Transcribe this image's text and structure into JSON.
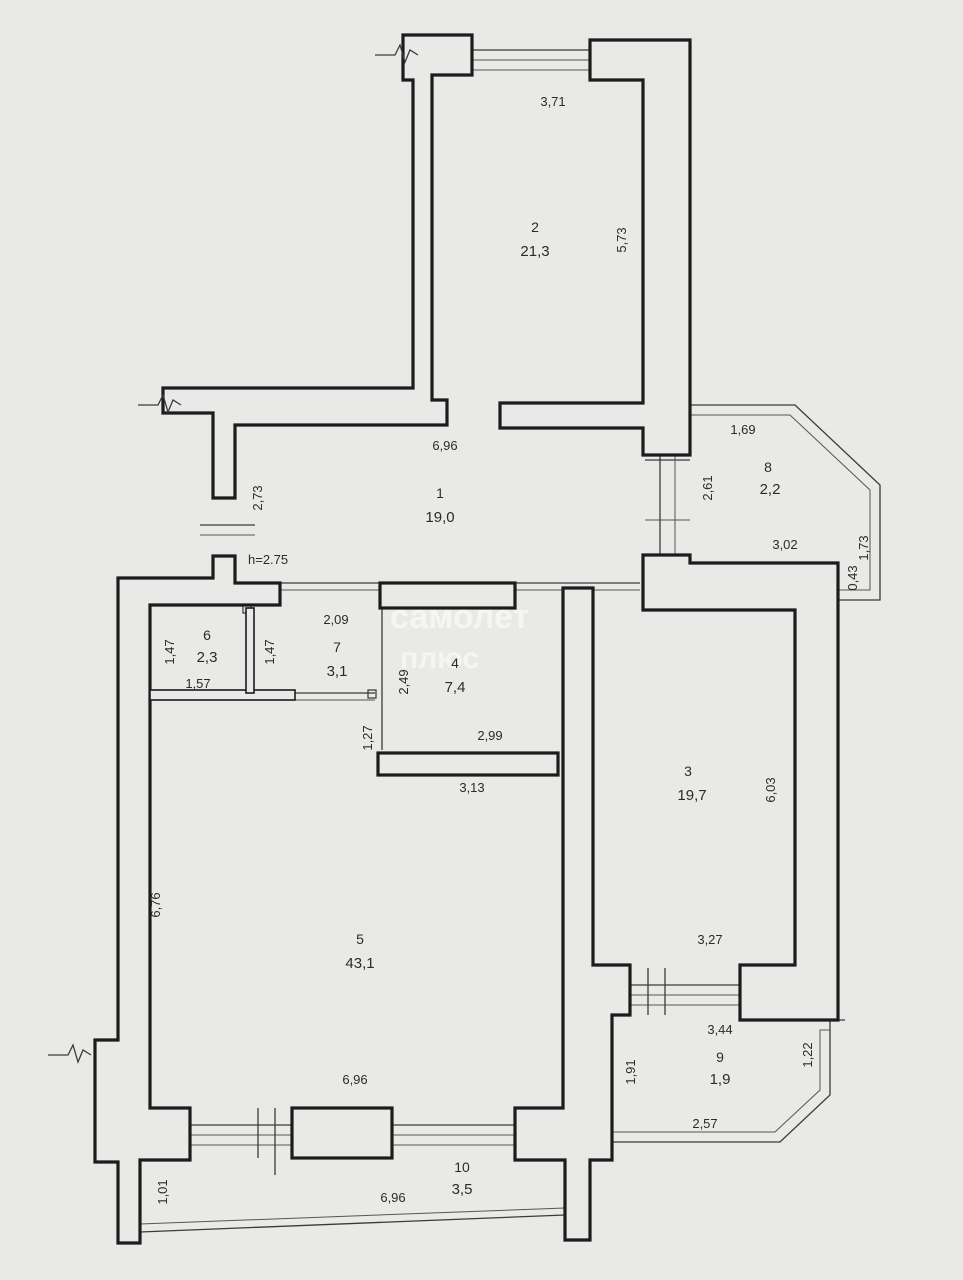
{
  "ceiling_height": "h=2.75",
  "watermark": {
    "line1": "самолет",
    "line2": "плюс"
  },
  "rooms": [
    {
      "id": "1",
      "area": "19,0"
    },
    {
      "id": "2",
      "area": "21,3"
    },
    {
      "id": "3",
      "area": "19,7"
    },
    {
      "id": "4",
      "area": "7,4"
    },
    {
      "id": "5",
      "area": "43,1"
    },
    {
      "id": "6",
      "area": "2,3"
    },
    {
      "id": "7",
      "area": "3,1"
    },
    {
      "id": "8",
      "area": "2,2"
    },
    {
      "id": "9",
      "area": "1,9"
    },
    {
      "id": "10",
      "area": "3,5"
    }
  ],
  "dimensions": [
    "3,71",
    "5,73",
    "6,96",
    "2,73",
    "1,69",
    "2,61",
    "1,73",
    "3,02",
    "0,43",
    "2,09",
    "1,47",
    "1,47",
    "1,57",
    "2,49",
    "1,27",
    "2,99",
    "3,13",
    "6,03",
    "6,76",
    "3,27",
    "3,44",
    "1,22",
    "1,91",
    "6,96",
    "2,57",
    "1,01",
    "6,96"
  ]
}
